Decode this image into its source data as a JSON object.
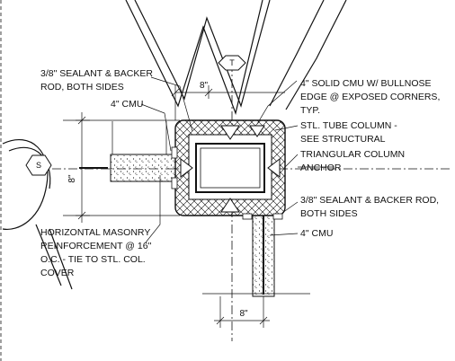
{
  "labels": {
    "sealant_left": [
      "3/8\" SEALANT & BACKER",
      "ROD, BOTH SIDES"
    ],
    "cmu_top": "4\" CMU",
    "solid_cmu": [
      "4\" SOLID CMU W/ BULLNOSE",
      "EDGE @ EXPOSED CORNERS,",
      "TYP."
    ],
    "tube_column": [
      "STL. TUBE COLUMN -",
      "SEE STRUCTURAL"
    ],
    "triangular_anchor": [
      "TRIANGULAR COLUMN",
      "ANCHOR"
    ],
    "sealant_right": [
      "3/8\" SEALANT & BACKER ROD,",
      "BOTH SIDES"
    ],
    "cmu_bottom": "4\" CMU",
    "horizontal_reinf": [
      "HORIZONTAL MASONRY",
      "REINFORCEMENT @ 16\"",
      "O.C. - TIE TO STL. COL.",
      "COVER"
    ]
  },
  "dimensions": {
    "top": "8\"",
    "bottom": "8\"",
    "left": "8\""
  },
  "tags": {
    "hex_top": "T",
    "hex_left": "S"
  }
}
